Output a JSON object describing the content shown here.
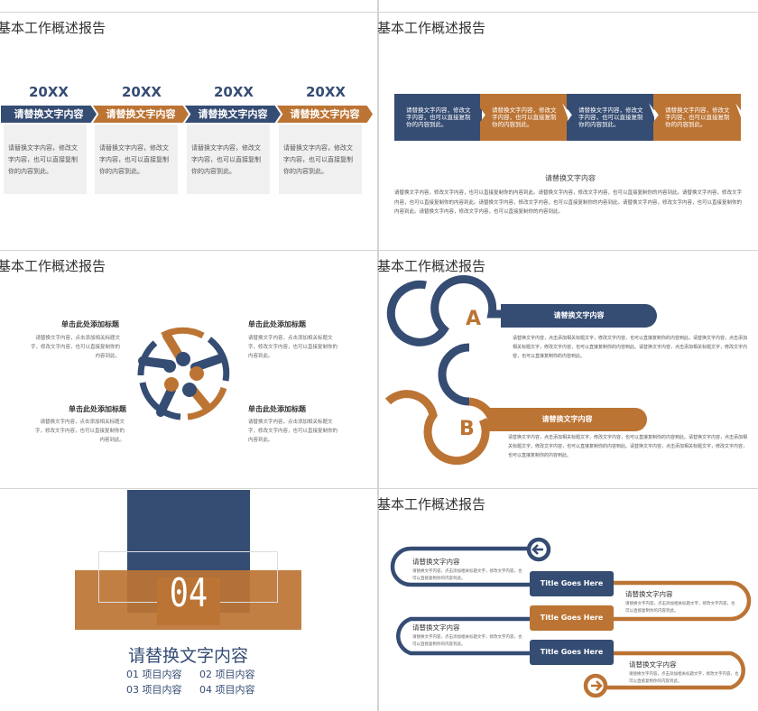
{
  "colors": {
    "navy": "#354c73",
    "orange": "#bc7434",
    "divider": "#d4d4d0"
  },
  "slide_title": "基本工作概述报告",
  "slide1": {
    "years": [
      "20XX",
      "20XX",
      "20XX",
      "20XX"
    ],
    "labels": [
      "请替换文字内容",
      "请替换文字内容",
      "请替换文字内容",
      "请替换文字内容"
    ],
    "texts": [
      "请替换文字内容，修改文字内容，也可以直接复制你的内容到此。",
      "请替换文字内容，修改文字内容，也可以直接复制你的内容到此。",
      "请替换文字内容，修改文字内容，也可以直接复制你的内容到此。",
      "请替换文字内容，修改文字内容，也可以直接复制你的内容到此。"
    ]
  },
  "slide2": {
    "boxes": [
      "请替换文字内容，修改文字内容，也可以直接复制你的内容到此。",
      "请替换文字内容，修改文字内容，也可以直接复制你的内容到此。",
      "请替换文字内容，修改文字内容，也可以直接复制你的内容到此。",
      "请替换文字内容，修改文字内容，也可以直接复制你的内容到此。"
    ],
    "subtitle": "请替换文字内容",
    "paragraph": "请替换文字内容，修改文字内容，也可以直接复制你的内容到此。请替换文字内容，修改文字内容，也可以直接复制你的内容到此。请替换文字内容，修改文字内容，也可以直接复制你的内容到此。请替换文字内容，修改文字内容，也可以直接复制你的内容到此。请替换文字内容，修改文字内容，也可以直接复制你的内容到此。请替换文字内容，修改文字内容，也可以直接复制你的内容到此。"
  },
  "slide3": {
    "items": [
      {
        "heading": "单击此处添加标题",
        "text": "请替换文字内容，点击添加相关标题文字，修改文字内容，也可以直接复制你的内容到此。"
      },
      {
        "heading": "单击此处添加标题",
        "text": "请替换文字内容，点击添加相关标题文字，修改文字内容，也可以直接复制你的内容到此。"
      },
      {
        "heading": "单击此处添加标题",
        "text": "请替换文字内容，点击添加相关标题文字，修改文字内容，也可以直接复制你的内容到此。"
      },
      {
        "heading": "单击此处添加标题",
        "text": "请替换文字内容，点击添加相关标题文字，修改文字内容，也可以直接复制你的内容到此。"
      }
    ]
  },
  "slide4": {
    "a": {
      "letter": "A",
      "label": "请替换文字内容",
      "text": "请替换文字内容，点击添加相关标题文字，修改文字内容，也可以直接复制你的内容到此。请替换文字内容，点击添加相关标题文字，修改文字内容，也可以直接复制你的内容到此。请替换文字内容，点击添加相关标题文字，修改文字内容，也可以直接复制你的内容到此。"
    },
    "b": {
      "letter": "B",
      "label": "请替换文字内容",
      "text": "请替换文字内容，点击添加相关标题文字，修改文字内容，也可以直接复制你的内容到此。请替换文字内容，点击添加相关标题文字，修改文字内容，也可以直接复制你的内容到此。请替换文字内容，点击添加相关标题文字，修改文字内容，也可以直接复制你的内容到此。"
    }
  },
  "slide5": {
    "number": "04",
    "title": "请替换文字内容",
    "items": [
      "01 项目内容",
      "02 项目内容",
      "03 项目内容",
      "04 项目内容"
    ]
  },
  "slide6": {
    "buttons": [
      "Title Goes Here",
      "Title Goes Here",
      "Title Goes Here"
    ],
    "blocks": [
      {
        "heading": "请替换文字内容",
        "text": "请替换文字内容，点击添加相关标题文字，修改文字内容，也可以直接复制你的内容到此。"
      },
      {
        "heading": "请替换文字内容",
        "text": "请替换文字内容，点击添加相关标题文字，修改文字内容，也可以直接复制你的内容到此。"
      },
      {
        "heading": "请替换文字内容",
        "text": "请替换文字内容，点击添加相关标题文字，修改文字内容，也可以直接复制你的内容到此。"
      },
      {
        "heading": "请替换文字内容",
        "text": "请替换文字内容，点击添加相关标题文字，修改文字内容，也可以直接复制你的内容到此。"
      }
    ]
  }
}
